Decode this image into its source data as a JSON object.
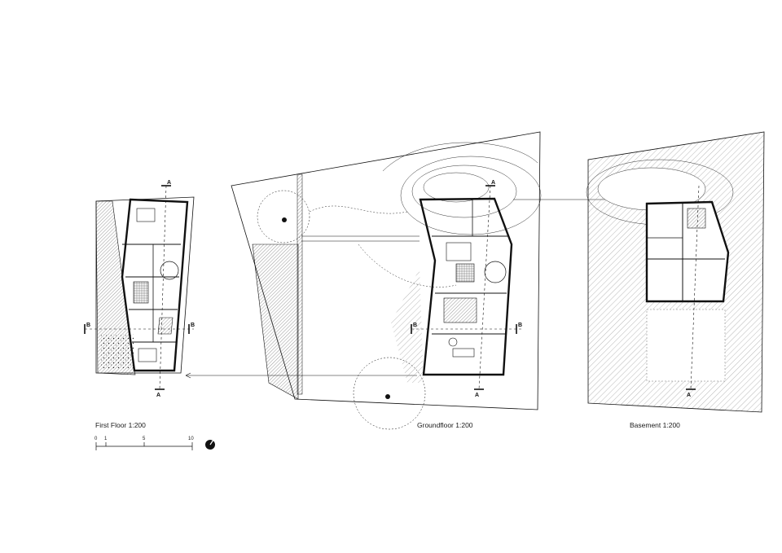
{
  "plans": {
    "first_floor": {
      "caption": "First Floor 1:200"
    },
    "groundfloor": {
      "caption": "Groundfloor 1:200"
    },
    "basement": {
      "caption": "Basement 1:200"
    }
  },
  "scale_bar": {
    "ticks": [
      "0",
      "1",
      "5",
      "10"
    ]
  },
  "section_marks": {
    "a": "A",
    "b": "B"
  },
  "colors": {
    "ink": "#111111",
    "hatch": "#777777",
    "paper": "#ffffff"
  },
  "icons": {
    "north_arrow": "north-arrow-icon"
  }
}
